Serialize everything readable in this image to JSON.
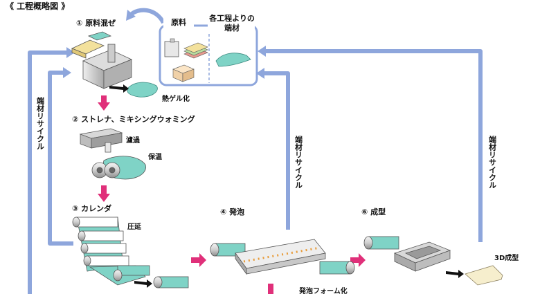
{
  "title": "《 工程概略図 》",
  "steps": {
    "s1": "① 原料混ぜ",
    "s2": "② ストレナ、ミキシングウォミング",
    "s3": "③ カレンダ",
    "s4": "④ 発泡",
    "s6": "⑥ 成型"
  },
  "materials_box": {
    "left_label": "原料",
    "right_label_line1": "各工程よりの",
    "right_label_line2": "端材"
  },
  "annotations": {
    "gel": "熱ゲル化",
    "filter": "濾過",
    "warm": "保温",
    "rolling": "圧延",
    "foam": "発泡フォーム化",
    "molded": "3D成型"
  },
  "recycle_labels": {
    "left": "端材リサイクル",
    "middle": "端材リサイクル",
    "right": "端材リサイクル"
  },
  "colors": {
    "recycle_arrow": "#8ea6dc",
    "process_arrow": "#e0307a",
    "material_teal": "#7fd3c6",
    "machine_gray": "#c8c8c8"
  }
}
